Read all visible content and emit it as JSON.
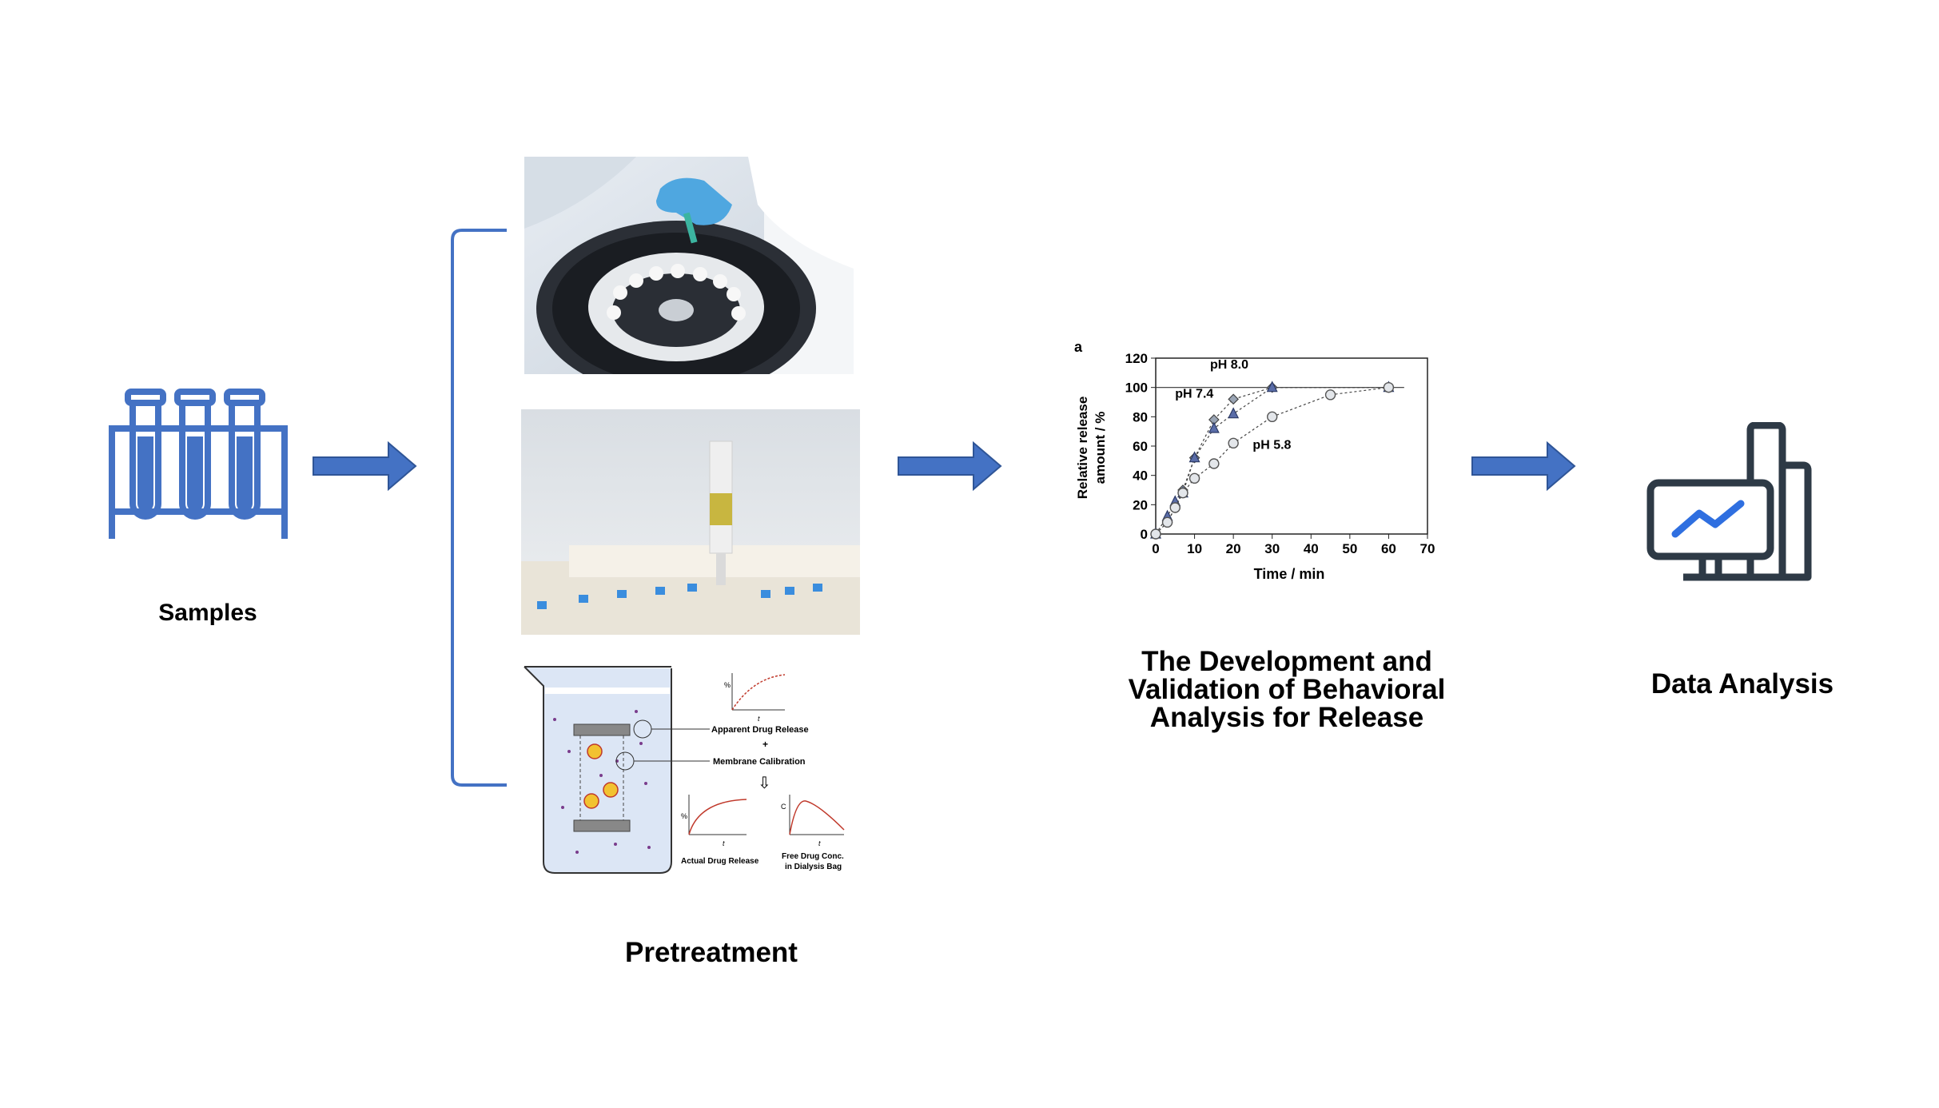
{
  "colors": {
    "arrow": "#4472C4",
    "bracket": "#4472C4",
    "tube_blue": "#4472C4",
    "monitor_dark": "#2E3A46",
    "monitor_accent": "#2F6FE0",
    "curve_red": "#C0392B"
  },
  "icons": {
    "samples": "test-tubes-rack-icon",
    "analysis": "monitor-chart-icon",
    "arrow": "right-arrow-icon"
  },
  "stages": {
    "samples": {
      "label": "Samples"
    },
    "pretreatment": {
      "label": "Pretreatment"
    },
    "release": {
      "label_line1": "The Development and",
      "label_line2": "Validation of Behavioral",
      "label_line3": "Analysis for Release"
    },
    "analysis": {
      "label": "Data Analysis"
    }
  },
  "dialysis_figure": {
    "apparent": "Apparent Drug Release",
    "plus": "+",
    "membrane": "Membrane Calibration",
    "down_arrow": "⇩",
    "actual": "Actual Drug Release",
    "free_line1": "Free Drug Conc.",
    "free_line2": "in Dialysis Bag",
    "pct": "%",
    "t": "t",
    "c": "C"
  },
  "chart_data": {
    "type": "scatter",
    "panel_label": "a",
    "xlabel": "Time / min",
    "ylabel_line1": "Relative release",
    "ylabel_line2": "amount / %",
    "xlim": [
      0,
      70
    ],
    "ylim": [
      0,
      120
    ],
    "xticks": [
      0,
      10,
      20,
      30,
      40,
      50,
      60,
      70
    ],
    "yticks": [
      0,
      20,
      40,
      60,
      80,
      100,
      120
    ],
    "grid": false,
    "series": [
      {
        "name": "pH 8.0",
        "marker": "diamond",
        "x": [
          0,
          3,
          5,
          7,
          10,
          15,
          20,
          30,
          60
        ],
        "y": [
          0,
          8,
          18,
          30,
          52,
          78,
          92,
          100,
          100
        ]
      },
      {
        "name": "pH 7.4",
        "marker": "triangle",
        "x": [
          0,
          3,
          5,
          7,
          10,
          15,
          20,
          30,
          60
        ],
        "y": [
          0,
          12,
          22,
          28,
          52,
          72,
          82,
          100,
          100
        ]
      },
      {
        "name": "pH 5.8",
        "marker": "circle",
        "x": [
          0,
          3,
          5,
          7,
          10,
          15,
          20,
          30,
          45,
          60
        ],
        "y": [
          0,
          8,
          18,
          28,
          38,
          48,
          62,
          80,
          95,
          100
        ]
      }
    ]
  }
}
